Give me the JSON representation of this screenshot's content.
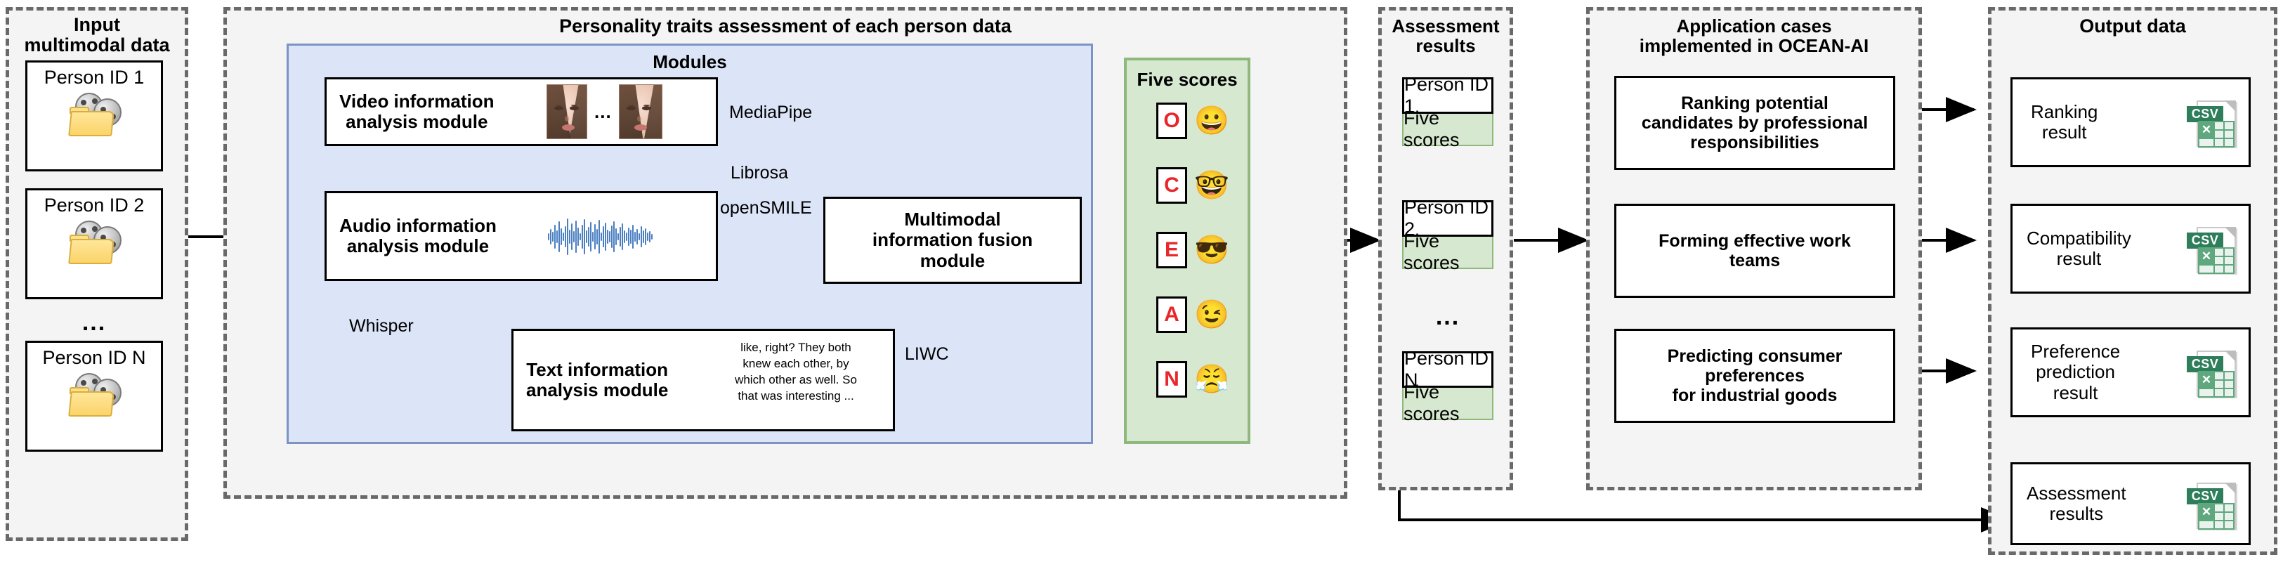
{
  "panels": {
    "input": {
      "title": "Input\nmultimodal data"
    },
    "assessment_pipeline": {
      "title": "Personality traits assessment of each person data"
    },
    "assessment_results": {
      "title": "Assessment\nresults"
    },
    "application_cases": {
      "title": "Application cases\nimplemented in OCEAN-AI"
    },
    "output": {
      "title": "Output data"
    }
  },
  "input": {
    "persons": [
      {
        "label": "Person ID 1",
        "icon": "video-folder-icon"
      },
      {
        "label": "Person ID 2",
        "icon": "video-folder-icon"
      },
      {
        "label": "Person ID N",
        "icon": "video-folder-icon"
      }
    ],
    "ellipsis": "..."
  },
  "modules": {
    "title": "Modules",
    "video": {
      "label": "Video information\nanalysis module",
      "frames_ellipsis": "..."
    },
    "audio": {
      "label": "Audio information\nanalysis module"
    },
    "text": {
      "label": "Text information\nanalysis module",
      "transcript": "like, right? They both\nknew each other, by\nwhich other as well. So\nthat was interesting ..."
    },
    "fusion": {
      "label": "Multimodal\ninformation fusion\nmodule"
    },
    "connectors": {
      "video_to_fusion": "MediaPipe",
      "audio_to_fusion_line1": "Librosa",
      "audio_to_fusion_line2": "openSMILE",
      "audio_to_text": "Whisper",
      "text_to_fusion": "LIWC"
    }
  },
  "five_scores": {
    "title": "Five scores",
    "traits": [
      {
        "letter": "O",
        "emoji": "😀"
      },
      {
        "letter": "C",
        "emoji": "🤓"
      },
      {
        "letter": "E",
        "emoji": "😎"
      },
      {
        "letter": "A",
        "emoji": "😉"
      },
      {
        "letter": "N",
        "emoji": "😤"
      }
    ]
  },
  "assessment_results": {
    "cards": [
      {
        "person": "Person ID 1",
        "scores": "Five scores"
      },
      {
        "person": "Person ID 2",
        "scores": "Five scores"
      },
      {
        "person": "Person ID N",
        "scores": "Five scores"
      }
    ],
    "ellipsis": "..."
  },
  "application_cases": {
    "cases": [
      {
        "label": "Ranking potential\ncandidates by professional\nresponsibilities"
      },
      {
        "label": "Forming effective work\nteams"
      },
      {
        "label": "Predicting consumer\npreferences\nfor industrial goods"
      }
    ]
  },
  "output": {
    "items": [
      {
        "label": "Ranking\nresult",
        "icon": "csv-file-icon",
        "badge": "CSV"
      },
      {
        "label": "Compatibility\nresult",
        "icon": "csv-file-icon",
        "badge": "CSV"
      },
      {
        "label": "Preference\nprediction\nresult",
        "icon": "csv-file-icon",
        "badge": "CSV"
      },
      {
        "label": "Assessment\nresults",
        "icon": "csv-file-icon",
        "badge": "CSV"
      }
    ]
  },
  "colors": {
    "panel_border": "#696969",
    "panel_fill": "#f4f4f4",
    "modules_fill": "#dbe5f7",
    "modules_border": "#7b94c4",
    "scores_fill": "#d7e8d0",
    "scores_border": "#8fb87c",
    "trait_letter": "#e8262b",
    "csv_green": "#2e7d5b"
  }
}
